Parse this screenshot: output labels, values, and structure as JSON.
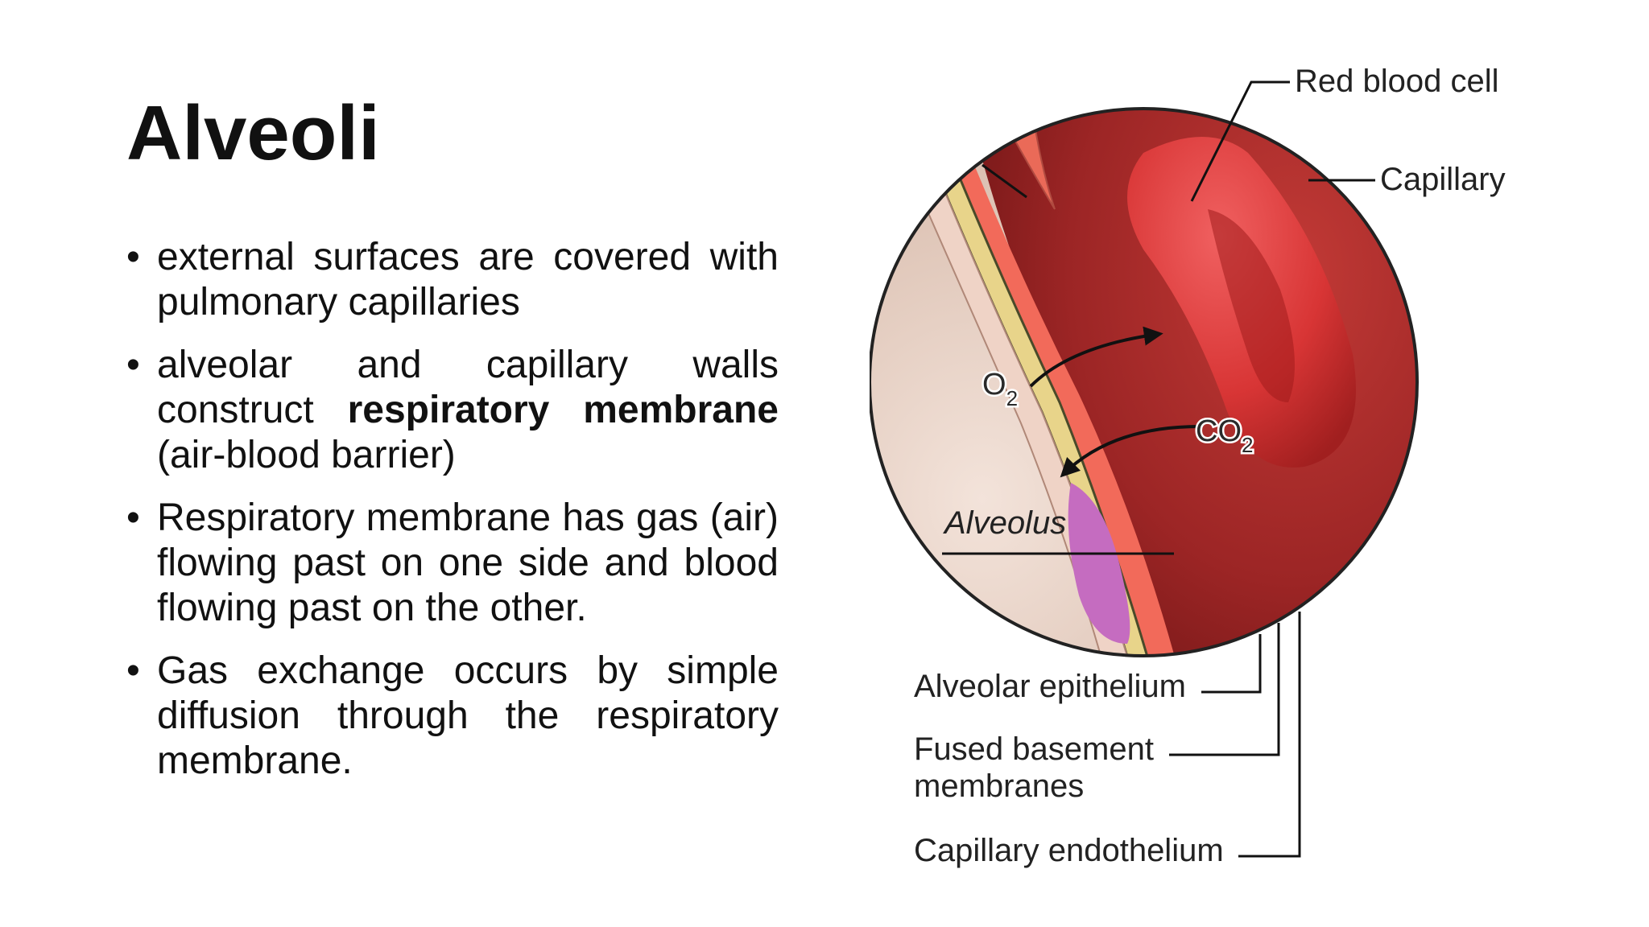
{
  "slide": {
    "title": "Alveoli",
    "bullets": [
      [
        "external surfaces are covered with pulmonary capillaries"
      ],
      [
        "alveolar and capillary walls construct ",
        "respiratory membrane",
        " (air-blood barrier)"
      ],
      [
        "Respiratory membrane has gas (air) flowing past on one side and blood flowing past on the other."
      ],
      [
        "Gas exchange occurs by simple diffusion through the respiratory membrane."
      ]
    ]
  },
  "diagram": {
    "labels": {
      "red_blood_cell": "Red blood cell",
      "capillary": "Capillary",
      "alveolus": "Alveolus",
      "alveolar_epithelium": "Alveolar epithelium",
      "fused_basement_line1": "Fused basement",
      "fused_basement_line2": "membranes",
      "capillary_endothelium": "Capillary endothelium"
    },
    "gases": {
      "o2_base": "O",
      "o2_sub": "2",
      "co2_base": "CO",
      "co2_sub": "2"
    },
    "colors": {
      "blood": "#b02a2a",
      "rbc": "#d93a3a",
      "alveolus_fill": "#d9b8a8",
      "basement": "#e8d48a",
      "pink_cell": "#c56cc0"
    }
  }
}
